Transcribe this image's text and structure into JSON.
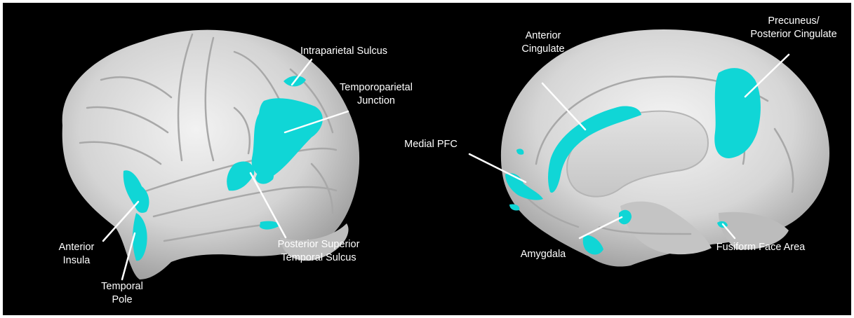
{
  "colors": {
    "background": "#000000",
    "cortex": "#dcdcdc",
    "activation": "#10d6d6",
    "label_text": "#ffffff"
  },
  "views": [
    {
      "name": "lateral-view"
    },
    {
      "name": "medial-view"
    }
  ],
  "labels": {
    "intraparietal_sulcus": {
      "line1": "Intraparietal Sulcus"
    },
    "temporoparietal_junction": {
      "line1": "Temporoparietal",
      "line2": "Junction"
    },
    "anterior_insula": {
      "line1": "Anterior",
      "line2": "Insula"
    },
    "temporal_pole": {
      "line1": "Temporal",
      "line2": "Pole"
    },
    "posterior_superior_temporal_sulcus": {
      "line1": "Posterior Superior",
      "line2": "Temporal Sulcus"
    },
    "anterior_cingulate": {
      "line1": "Anterior",
      "line2": "Cingulate"
    },
    "precuneus_posterior_cingulate": {
      "line1": "Precuneus/",
      "line2": "Posterior Cingulate"
    },
    "medial_pfc": {
      "line1": "Medial PFC"
    },
    "amygdala": {
      "line1": "Amygdala"
    },
    "fusiform_face_area": {
      "line1": "Fusiform Face Area"
    }
  }
}
